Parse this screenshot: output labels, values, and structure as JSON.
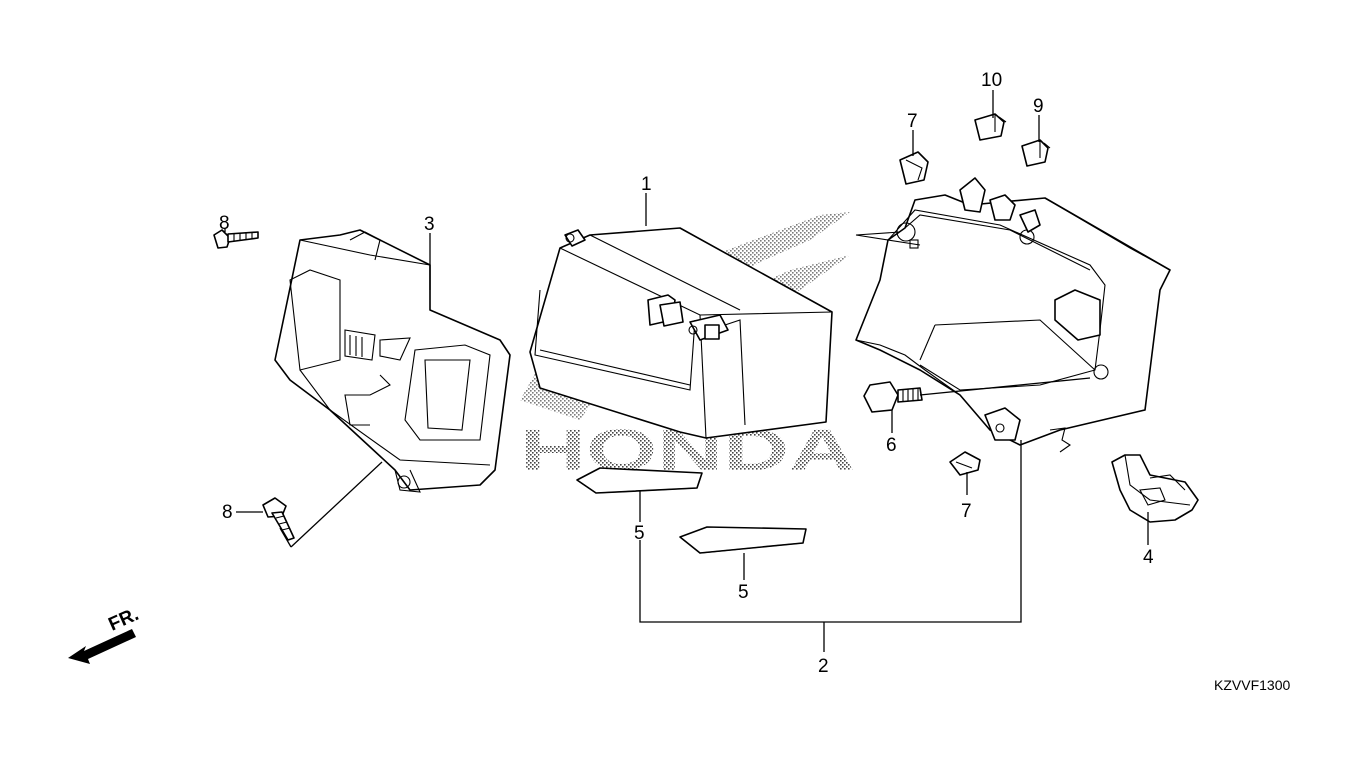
{
  "watermark": "HONDA",
  "front_marker": "FR.",
  "diagram_code": "KZVVF1300",
  "callouts": {
    "battery": "1",
    "battery_box_assy": "2",
    "battery_cover": "3",
    "fuse_box_cover": "4",
    "battery_pad_left": "5",
    "battery_pad_right": "5",
    "flange_bolt": "6",
    "nut_upper": "7",
    "nut_lower": "7",
    "tapping_screw_upper": "8",
    "tapping_screw_lower": "8",
    "fuse_small": "9",
    "fuse_large": "10"
  },
  "colors": {
    "line": "#000000",
    "background": "#ffffff",
    "watermark_dots": "#444444"
  }
}
